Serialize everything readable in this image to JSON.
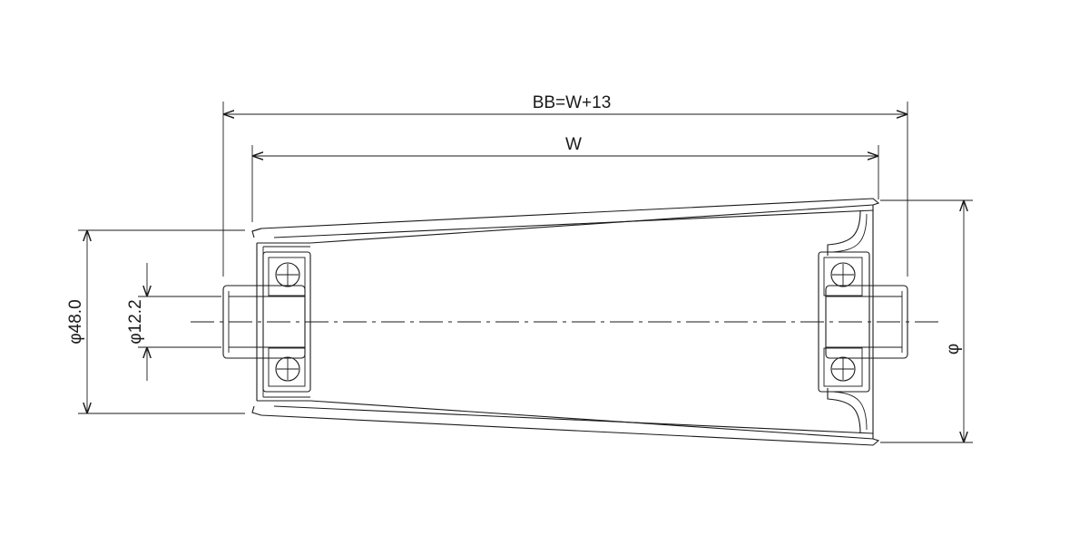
{
  "labels": {
    "overall_width": "BB=W+13",
    "face_width": "W",
    "outer_diameter": "φ48.0",
    "shaft_diameter": "φ12.2",
    "large_diameter": "φ"
  }
}
